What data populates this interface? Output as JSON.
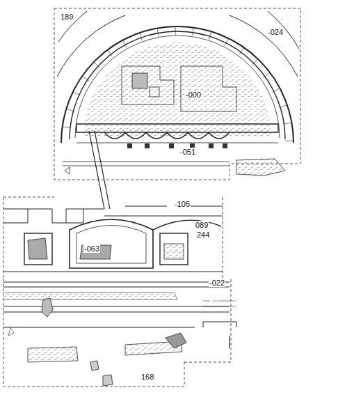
{
  "diagram": {
    "labels": [
      "189",
      "-024",
      "-000",
      "-051",
      "-105",
      "089",
      "244",
      "-063",
      "-022",
      "168"
    ]
  }
}
